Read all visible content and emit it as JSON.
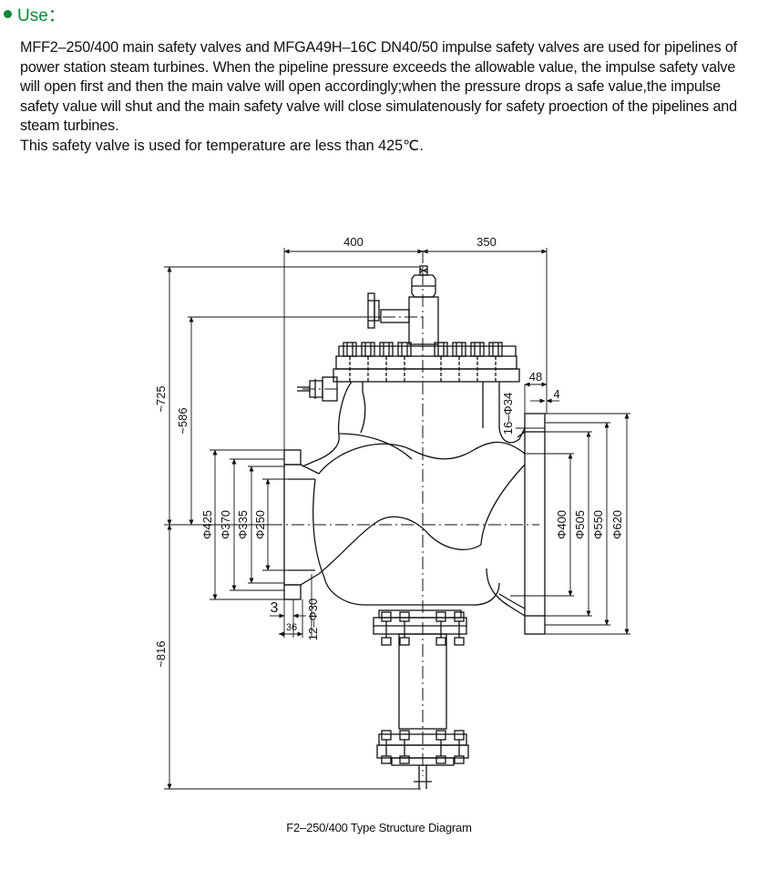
{
  "heading": {
    "label": "Use："
  },
  "description": {
    "paragraph1": "MFF2–250/400 main safety valves and MFGA49H–16C DN40/50 impulse safety valves are used for pipelines of power station steam turbines. When the pipeline pressure exceeds the allowable value, the impulse safety valve will open first and then the main valve will open accordingly;when the pressure  drops a safe value,the impulse safety value will shut and the main safety valve will close simulatenously for safety proection of the pipelines and steam turbines.",
    "paragraph2": "This safety valve is used for temperature are less than 425℃."
  },
  "diagram": {
    "dimensions": {
      "top_left": "400",
      "top_right": "350",
      "overall_upper": "~725",
      "upper_to_outlet": "~586",
      "overall_lower": "~816",
      "flange_thickness": "48",
      "gap": "4",
      "bolt_holes_outlet": "16–Φ34",
      "inlet_d1": "Φ425",
      "inlet_d2": "Φ370",
      "inlet_d3": "Φ335",
      "inlet_d4": "Φ250",
      "outlet_d1": "Φ400",
      "outlet_d2": "Φ505",
      "outlet_d3": "Φ550",
      "outlet_d4": "Φ620",
      "inlet_gap": "3",
      "inlet_flange": "36",
      "bolt_holes_inlet": "12–Φ30"
    },
    "caption": "F2–250/400 Type Structure Diagram"
  }
}
